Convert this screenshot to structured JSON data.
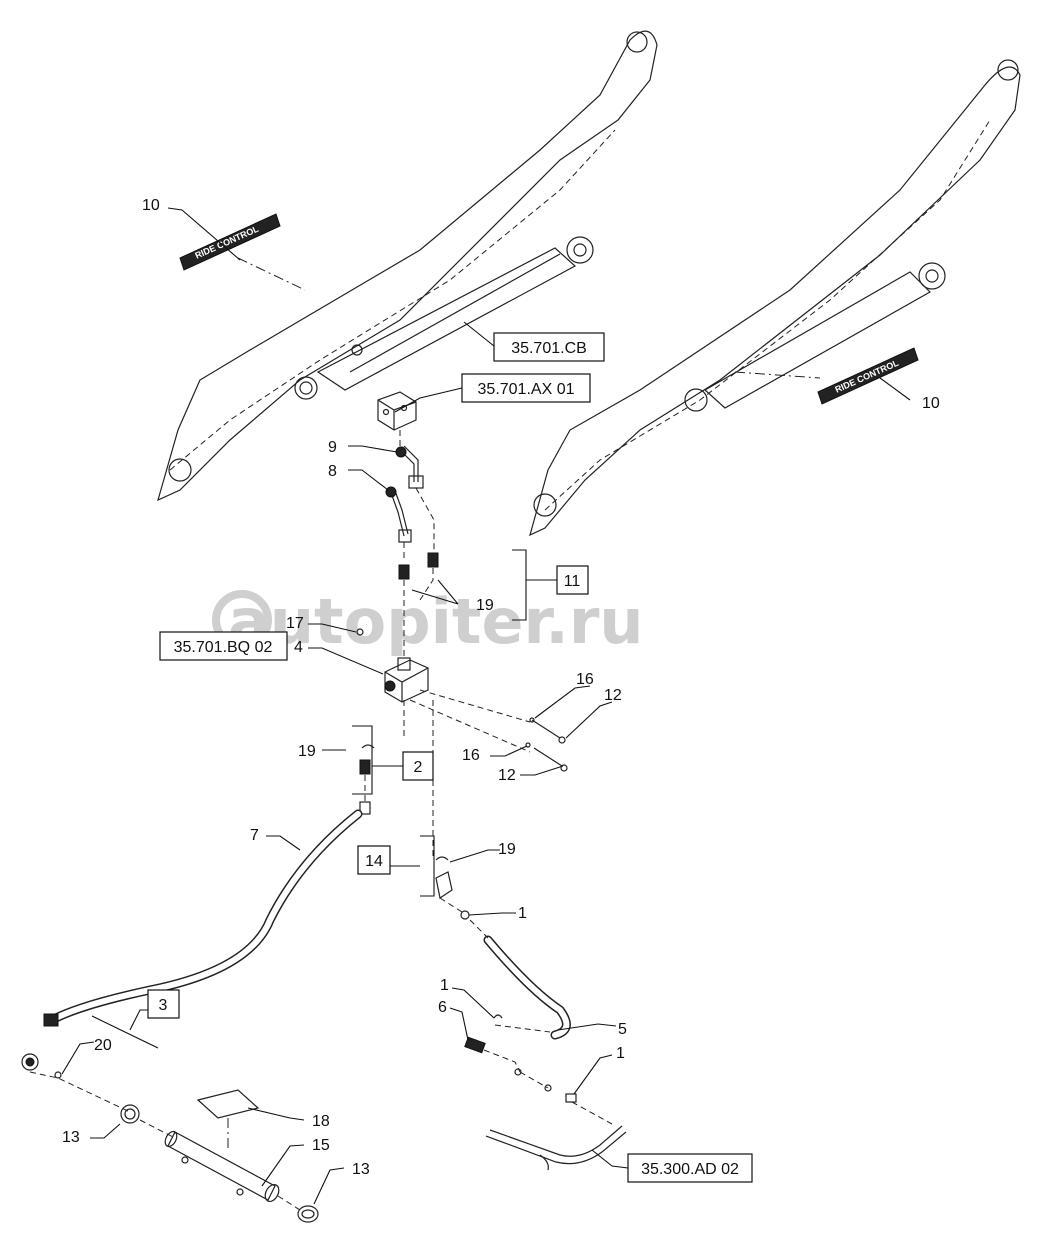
{
  "watermark": "autopiter.ru",
  "reference_boxes": {
    "cb": "35.701.CB",
    "ax01": "35.701.AX 01",
    "bq02": "35.701.BQ 02",
    "ad02": "35.300.AD 02"
  },
  "group_boxes": {
    "g11": "11",
    "g2": "2",
    "g14": "14",
    "g3": "3"
  },
  "decal_text": "RIDE CONTROL",
  "callouts": {
    "c10_left": "10",
    "c10_right": "10",
    "c9": "9",
    "c8": "8",
    "c19_top": "19",
    "c17": "17",
    "c4": "4",
    "c16_a": "16",
    "c12_a": "12",
    "c16_b": "16",
    "c12_b": "12",
    "c19_mid": "19",
    "c7": "7",
    "c19_low": "19",
    "c1_a": "1",
    "c1_b": "1",
    "c6": "6",
    "c5": "5",
    "c1_c": "1",
    "c20": "20",
    "c18": "18",
    "c13_left": "13",
    "c15": "15",
    "c13_right": "13"
  }
}
